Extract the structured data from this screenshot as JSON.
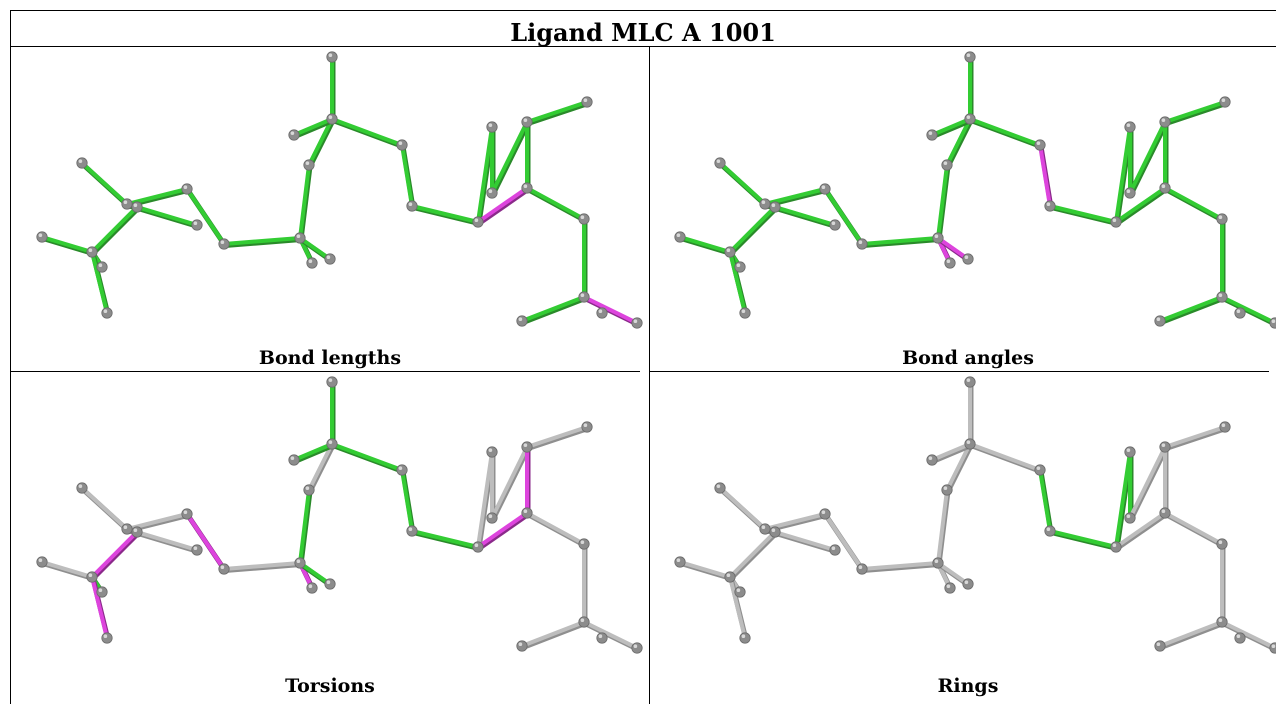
{
  "title": "Ligand MLC A 1001",
  "palette": {
    "grey": "#bdbdbd",
    "dark_grey": "#8f8f8f",
    "green": "#33cc33",
    "dark_green": "#2a8a2a",
    "magenta": "#dd44dd",
    "dark_magenta": "#8a2a8a",
    "atom": "#8c8c8c"
  },
  "panels": [
    {
      "label": "Bond lengths",
      "bond_colors": [
        "green",
        "green",
        "green",
        "green",
        "green",
        "green",
        "green",
        "green",
        "green",
        "green",
        "green",
        "green",
        "green",
        "green",
        "green",
        "green",
        "green",
        "green",
        "green",
        "green",
        "green",
        "green",
        "green",
        "green",
        "magenta",
        "green",
        "green",
        "magenta",
        "green"
      ]
    },
    {
      "label": "Bond angles",
      "bond_colors": [
        "green",
        "magenta",
        "green",
        "green",
        "green",
        "green",
        "green",
        "green",
        "green",
        "green",
        "magenta",
        "magenta",
        "green",
        "green",
        "green",
        "green",
        "green",
        "magenta",
        "green",
        "green",
        "green",
        "green",
        "green",
        "green",
        "green",
        "green",
        "green",
        "green",
        "green"
      ]
    },
    {
      "label": "Torsions",
      "bond_colors": [
        "grey",
        "magenta",
        "grey",
        "grey",
        "magenta",
        "magenta",
        "grey",
        "green",
        "magenta",
        "grey",
        "magenta",
        "green",
        "green",
        "grey",
        "green",
        "green",
        "green",
        "green",
        "green",
        "grey",
        "grey",
        "grey",
        "grey",
        "magenta",
        "magenta",
        "grey",
        "grey",
        "grey",
        "grey"
      ]
    },
    {
      "label": "Rings",
      "bond_colors": [
        "grey",
        "grey",
        "grey",
        "grey",
        "grey",
        "grey",
        "grey",
        "grey",
        "grey",
        "grey",
        "grey",
        "grey",
        "grey",
        "grey",
        "grey",
        "grey",
        "grey",
        "green",
        "green",
        "green",
        "green",
        "grey",
        "grey",
        "grey",
        "grey",
        "grey",
        "grey",
        "grey",
        "grey"
      ]
    }
  ]
}
